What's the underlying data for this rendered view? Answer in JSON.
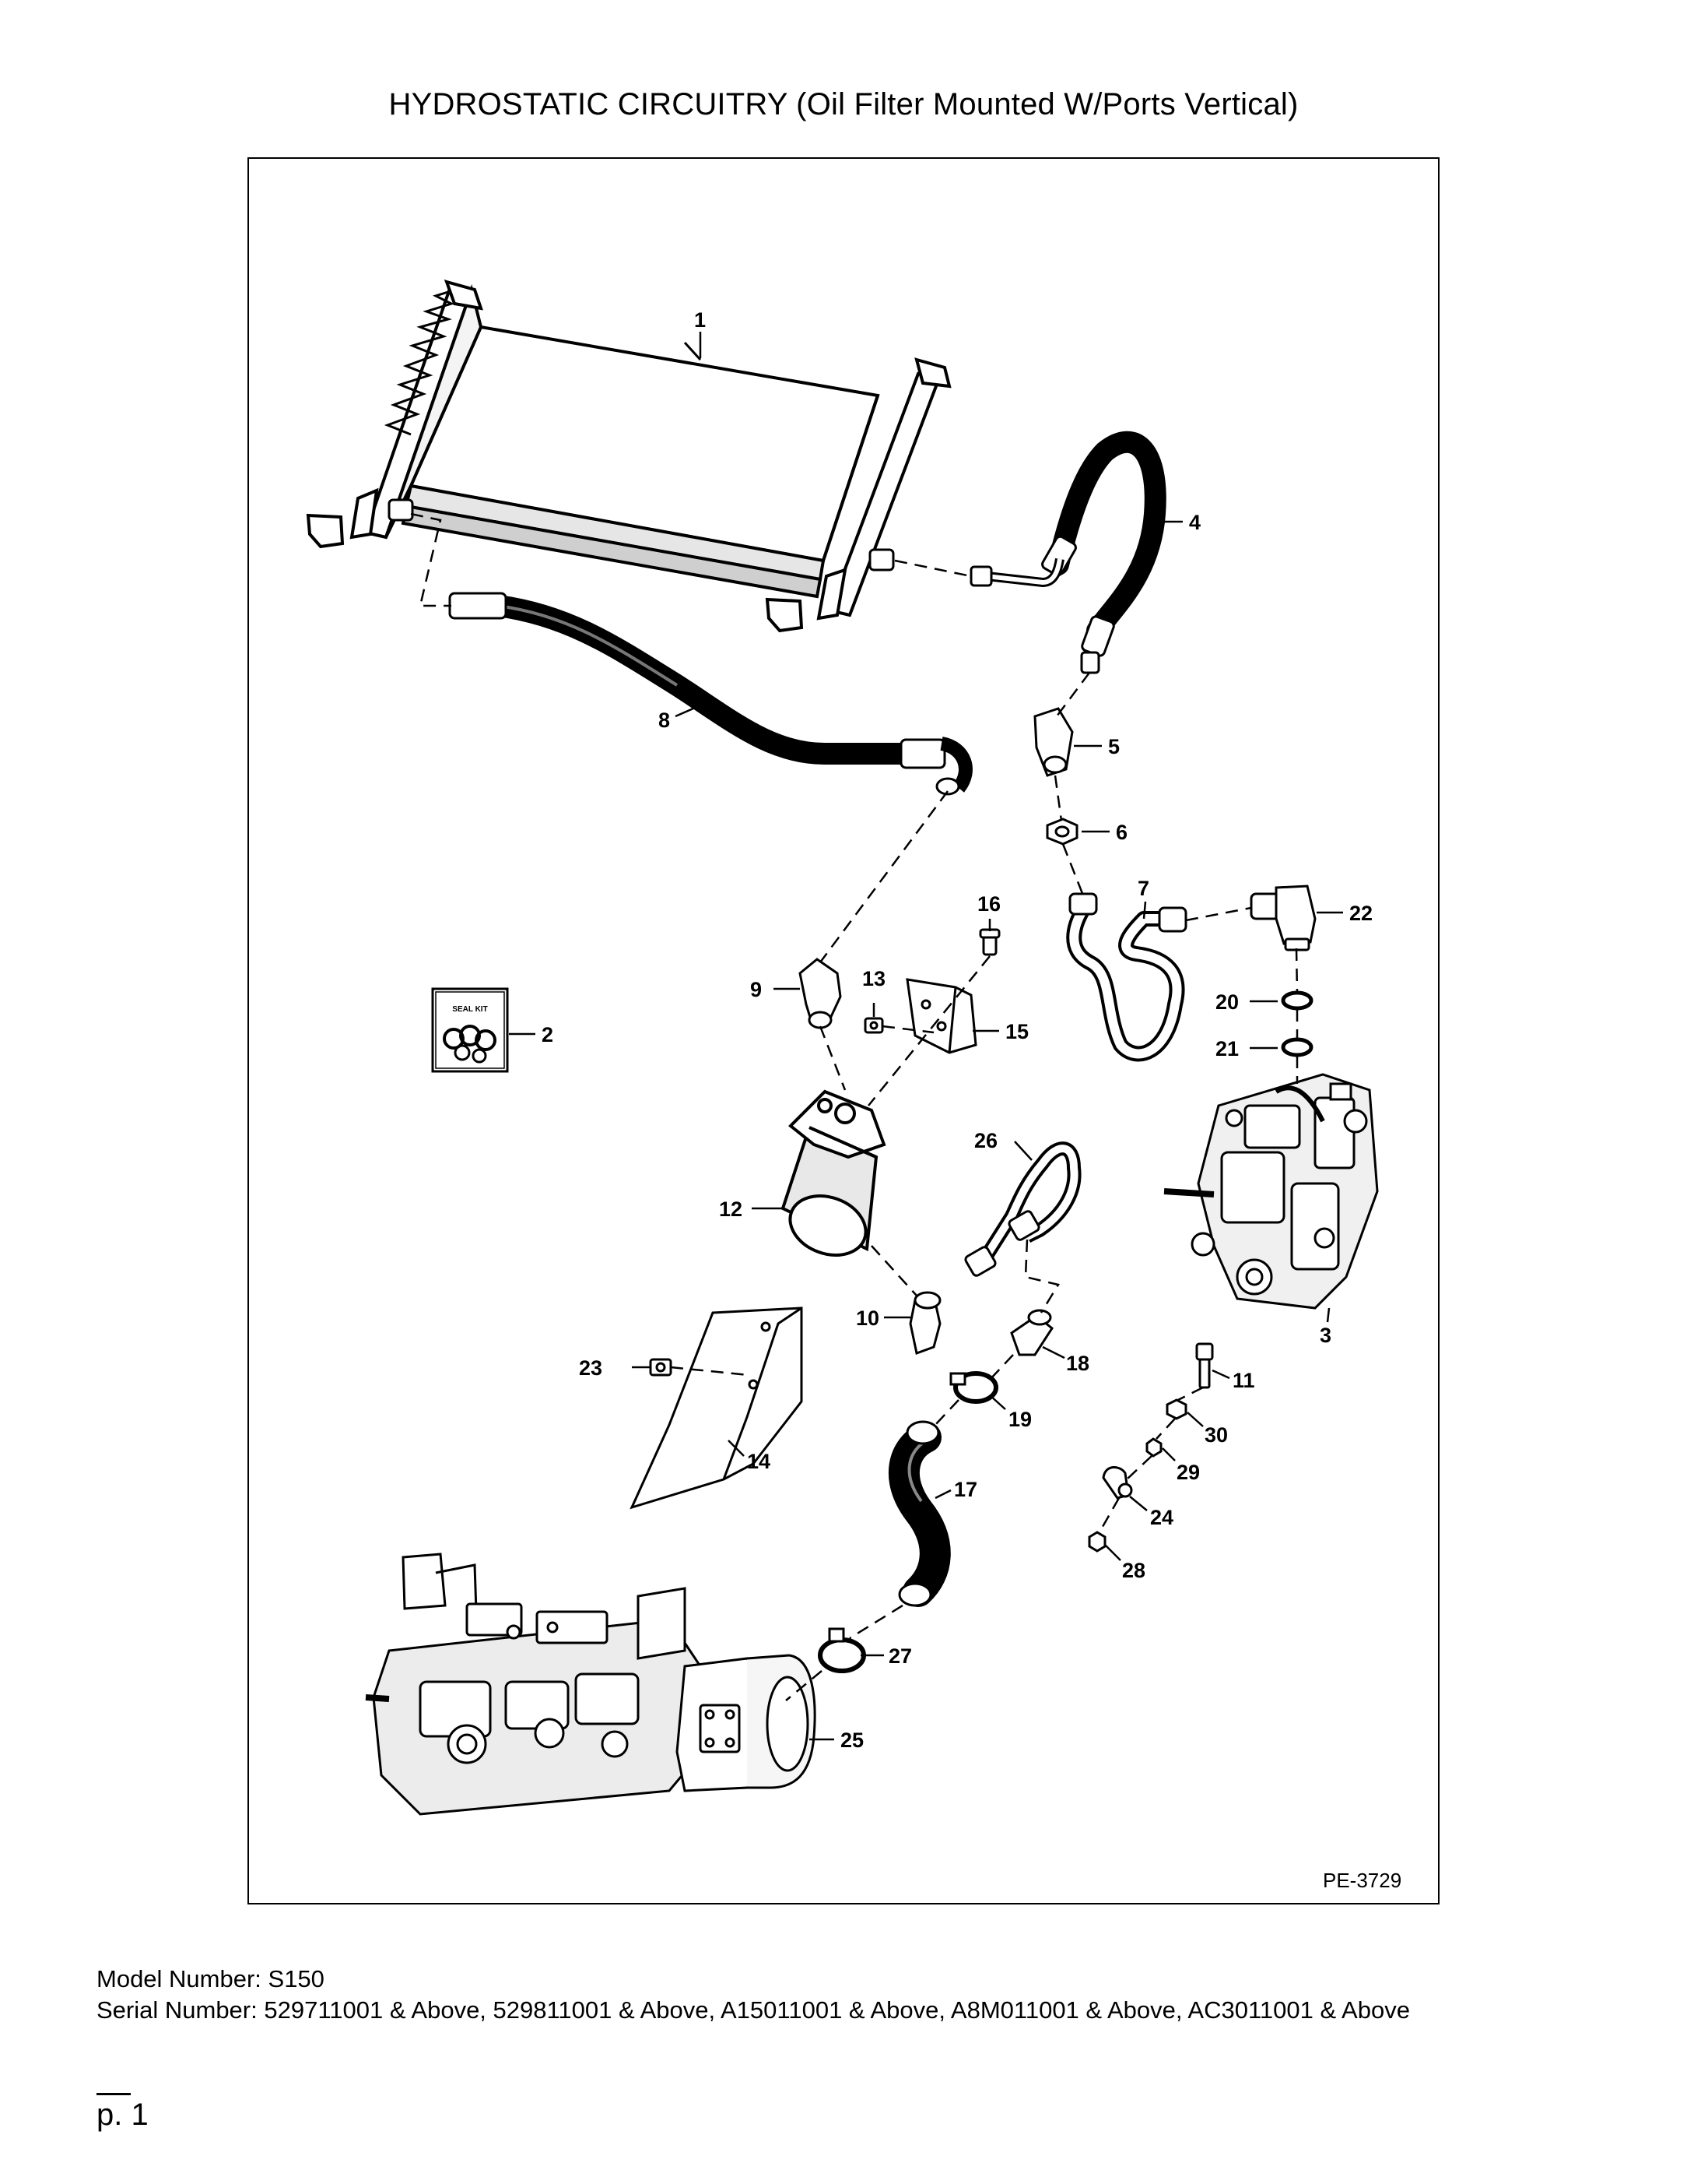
{
  "title": "HYDROSTATIC CIRCUITRY (Oil Filter Mounted W/Ports Vertical)",
  "figure_id": "PE-3729",
  "callouts": [
    "1",
    "2",
    "3",
    "4",
    "5",
    "6",
    "7",
    "8",
    "9",
    "10",
    "11",
    "12",
    "13",
    "14",
    "15",
    "16",
    "17",
    "18",
    "19",
    "20",
    "21",
    "22",
    "23",
    "24",
    "25",
    "26",
    "27",
    "28",
    "29",
    "30"
  ],
  "seal_kit_label": "SEAL KIT",
  "footer": {
    "model": "Model Number: S150",
    "serial": "Serial Number: 529711001 & Above, 529811001 & Above, A15011001 & Above, A8M011001 & Above, AC3011001 & Above",
    "page": "p. 1"
  }
}
